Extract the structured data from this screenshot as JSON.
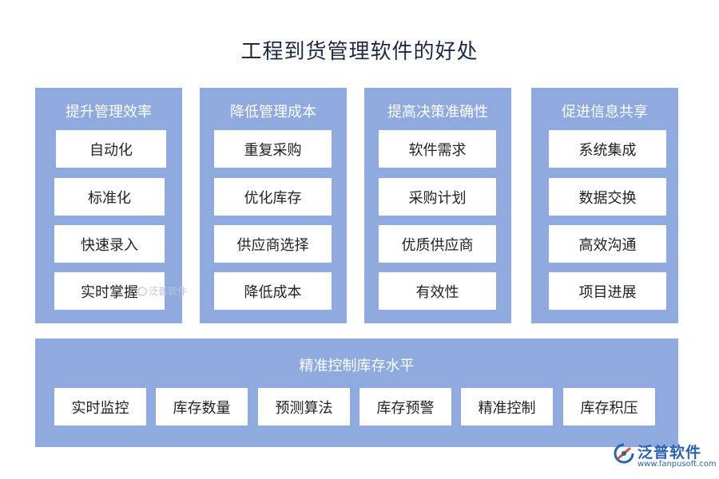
{
  "title": "工程到货管理软件的好处",
  "columns": [
    {
      "heading": "提升管理效率",
      "items": [
        "自动化",
        "标准化",
        "快速录入",
        "实时掌握"
      ]
    },
    {
      "heading": "降低管理成本",
      "items": [
        "重复采购",
        "优化库存",
        "供应商选择",
        "降低成本"
      ]
    },
    {
      "heading": "提高决策准确性",
      "items": [
        "软件需求",
        "采购计划",
        "优质供应商",
        "有效性"
      ]
    },
    {
      "heading": "促进信息共享",
      "items": [
        "系统集成",
        "数据交换",
        "高效沟通",
        "项目进展"
      ]
    }
  ],
  "bottom": {
    "heading": "精准控制库存水平",
    "items": [
      "实时监控",
      "库存数量",
      "预测算法",
      "库存预警",
      "精准控制",
      "库存积压"
    ]
  },
  "watermark": "泛普软件",
  "logo": {
    "name": "泛普软件",
    "url": "www.fanpusoft.com"
  },
  "colors": {
    "panel": "#8eaadf",
    "box": "#ffffff",
    "title": "#1f2a44",
    "brand": "#2a62b4"
  }
}
